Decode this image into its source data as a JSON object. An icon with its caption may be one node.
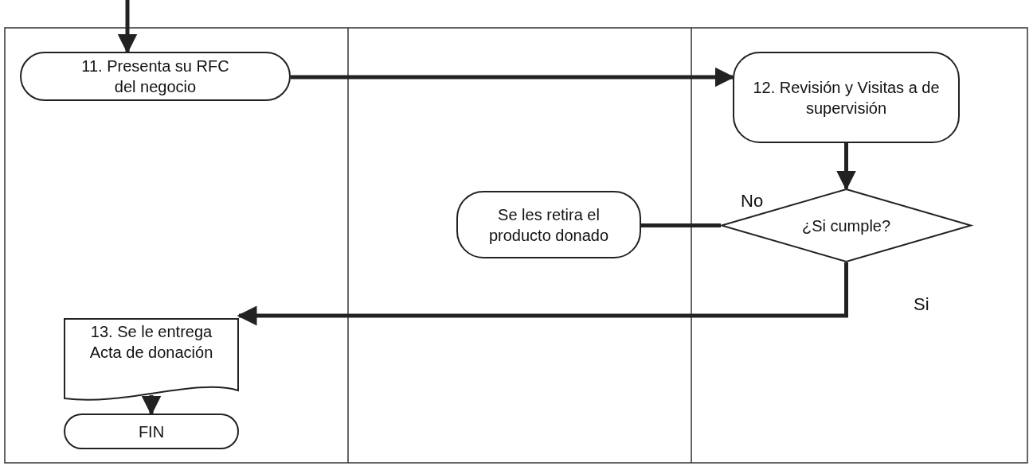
{
  "diagram": {
    "nodes": [
      {
        "text": [
          "11. Presenta su RFC del negocio"
        ]
      },
      {
        "text": [
          "12. Revisión y Visitas a de supervisión"
        ]
      },
      {
        "text": [
          "¿Si cumple?"
        ]
      },
      {
        "text": [
          "Se les retira el producto donado"
        ]
      },
      {
        "text": [
          "13. Se le entrega Acta de donación"
        ]
      },
      {
        "text": [
          "FIN"
        ]
      }
    ],
    "edges": [
      {
        "from": null,
        "to": 0,
        "arrow": "to"
      },
      {
        "from": 0,
        "to": 1,
        "arrow": "to"
      },
      {
        "from": 1,
        "to": 2,
        "arrow": "to"
      },
      {
        "from": 2,
        "to": 3,
        "arrow": "none",
        "label": "No"
      },
      {
        "from": 2,
        "to": 4,
        "arrow": "to",
        "label": "Si"
      },
      {
        "from": 4,
        "to": 5,
        "arrow": "to"
      }
    ]
  }
}
